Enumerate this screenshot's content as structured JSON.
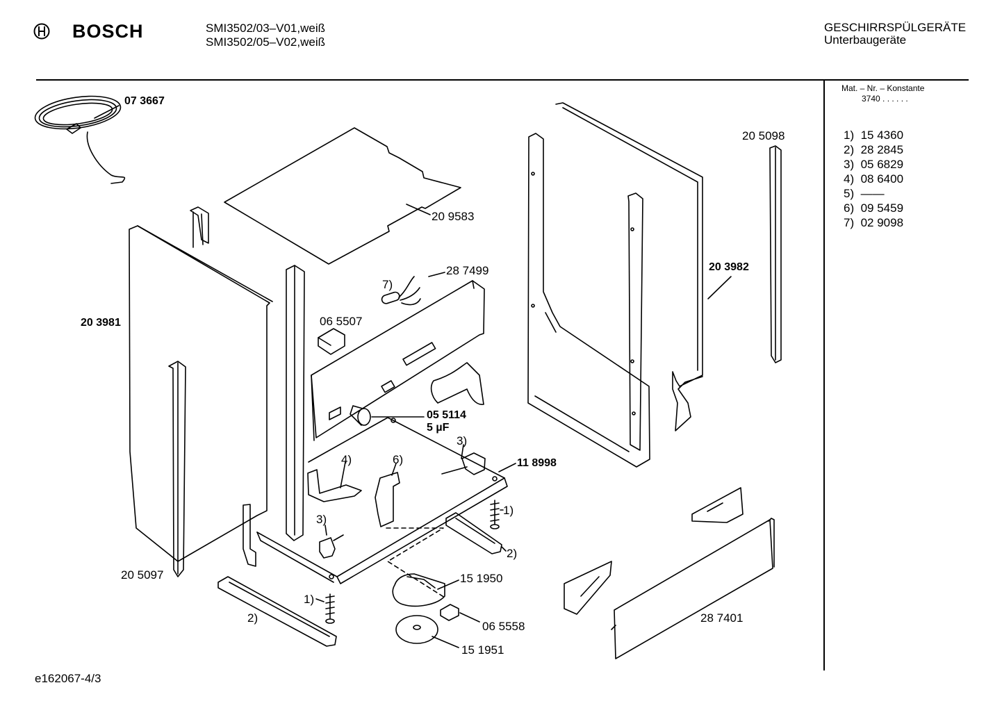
{
  "header": {
    "brand": "BOSCH",
    "models": [
      "SMI3502/03–V01,weiß",
      "SMI3502/05–V02,weiß"
    ],
    "category": "GESCHIRRSPÜLGERÄTE",
    "subcategory": "Unterbaugeräte"
  },
  "constants": {
    "heading": "Mat. – Nr. – Konstante",
    "value": "3740  .  .   .  .  .  ."
  },
  "parts_list": [
    {
      "idx": "1)",
      "num": "15 4360"
    },
    {
      "idx": "2)",
      "num": "28 2845"
    },
    {
      "idx": "3)",
      "num": "05 6829"
    },
    {
      "idx": "4)",
      "num": "08 6400"
    },
    {
      "idx": "5)",
      "num": "——"
    },
    {
      "idx": "6)",
      "num": "09 5459"
    },
    {
      "idx": "7)",
      "num": "02 9098"
    }
  ],
  "callouts": {
    "c073667": "07 3667",
    "c209583": "20 9583",
    "c205098": "20 5098",
    "c287499": "28 7499",
    "c7": "7)",
    "c065507": "06 5507",
    "c203982": "20 3982",
    "c203981": "20 3981",
    "c055114": "05 5114",
    "c5uf": "5 µF",
    "c3a": "3)",
    "c4": "4)",
    "c6": "6)",
    "c118998": "11 8998",
    "c1a": "1)",
    "c3b": "3)",
    "c2a": "2)",
    "c205097": "20 5097",
    "c151950": "15 1950",
    "c1b": "1)",
    "c2b": "2)",
    "c065558": "06 5558",
    "c151951": "15 1951",
    "c287401": "28 7401"
  },
  "footer": {
    "code": "e162067-4/3"
  }
}
